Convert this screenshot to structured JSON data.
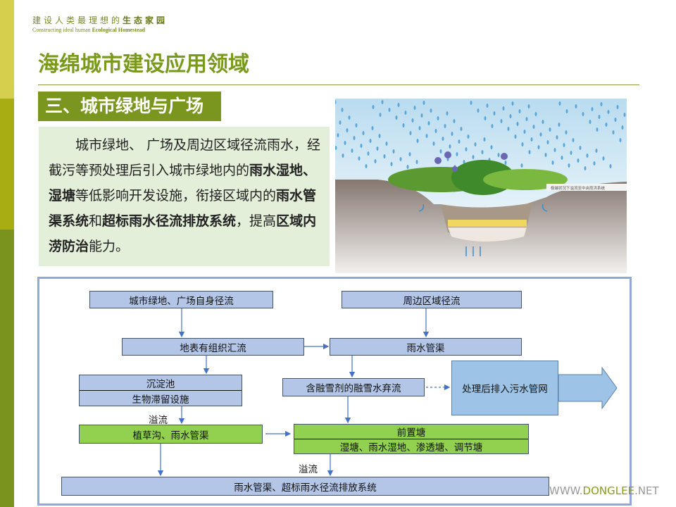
{
  "header": {
    "slogan_cn_a": "建设人类最理想的",
    "slogan_cn_b": "生态家园",
    "slogan_en_a": "Constructing ideal human ",
    "slogan_en_b": "Ecological Homestead"
  },
  "title": "海绵城市建设应用领域",
  "section": "三、城市绿地与广场",
  "paragraph": [
    {
      "text": "　　城市绿地、 广场及周边区域径流雨水，经截污等预处理后引入城市绿地内的",
      "bold": false
    },
    {
      "text": "雨水湿地、湿塘",
      "bold": true
    },
    {
      "text": "等低影响开发设施，衔接区域内的",
      "bold": false
    },
    {
      "text": "雨水管渠系统",
      "bold": true
    },
    {
      "text": "和",
      "bold": false
    },
    {
      "text": "超标雨水径流排放系统",
      "bold": true
    },
    {
      "text": "，提高",
      "bold": false
    },
    {
      "text": "区域内涝防治",
      "bold": true
    },
    {
      "text": "能力。",
      "bold": false
    }
  ],
  "illustration": {
    "caption": "极端状况下溢流至中央雨洪系统"
  },
  "flow": {
    "b1": "城市绿地、广场自身径流",
    "b2": "周边区域径流",
    "b3": "地表有组织汇流",
    "b4": "雨水管渠",
    "b5a": "沉淀池",
    "b5b": "生物滞留设施",
    "b6": "含融雪剂的融雪水弃流",
    "b7": "处理后排入污水管网",
    "b8": "植草沟、雨水管渠",
    "b9a": "前置塘",
    "b9b": "湿塘、雨水湿地、渗透塘、调节塘",
    "b10": "雨水管渠、超标雨水径流排放系统",
    "overflow1": "溢流",
    "overflow2": "溢流"
  },
  "watermark": {
    "a": "WWW.",
    "b": "DONGLEE",
    "c": ".NET"
  },
  "colors": {
    "accent": "#7a961e",
    "box_blue": "#b4c6e7",
    "box_green": "#92d050",
    "frame": "#8ea9db"
  }
}
